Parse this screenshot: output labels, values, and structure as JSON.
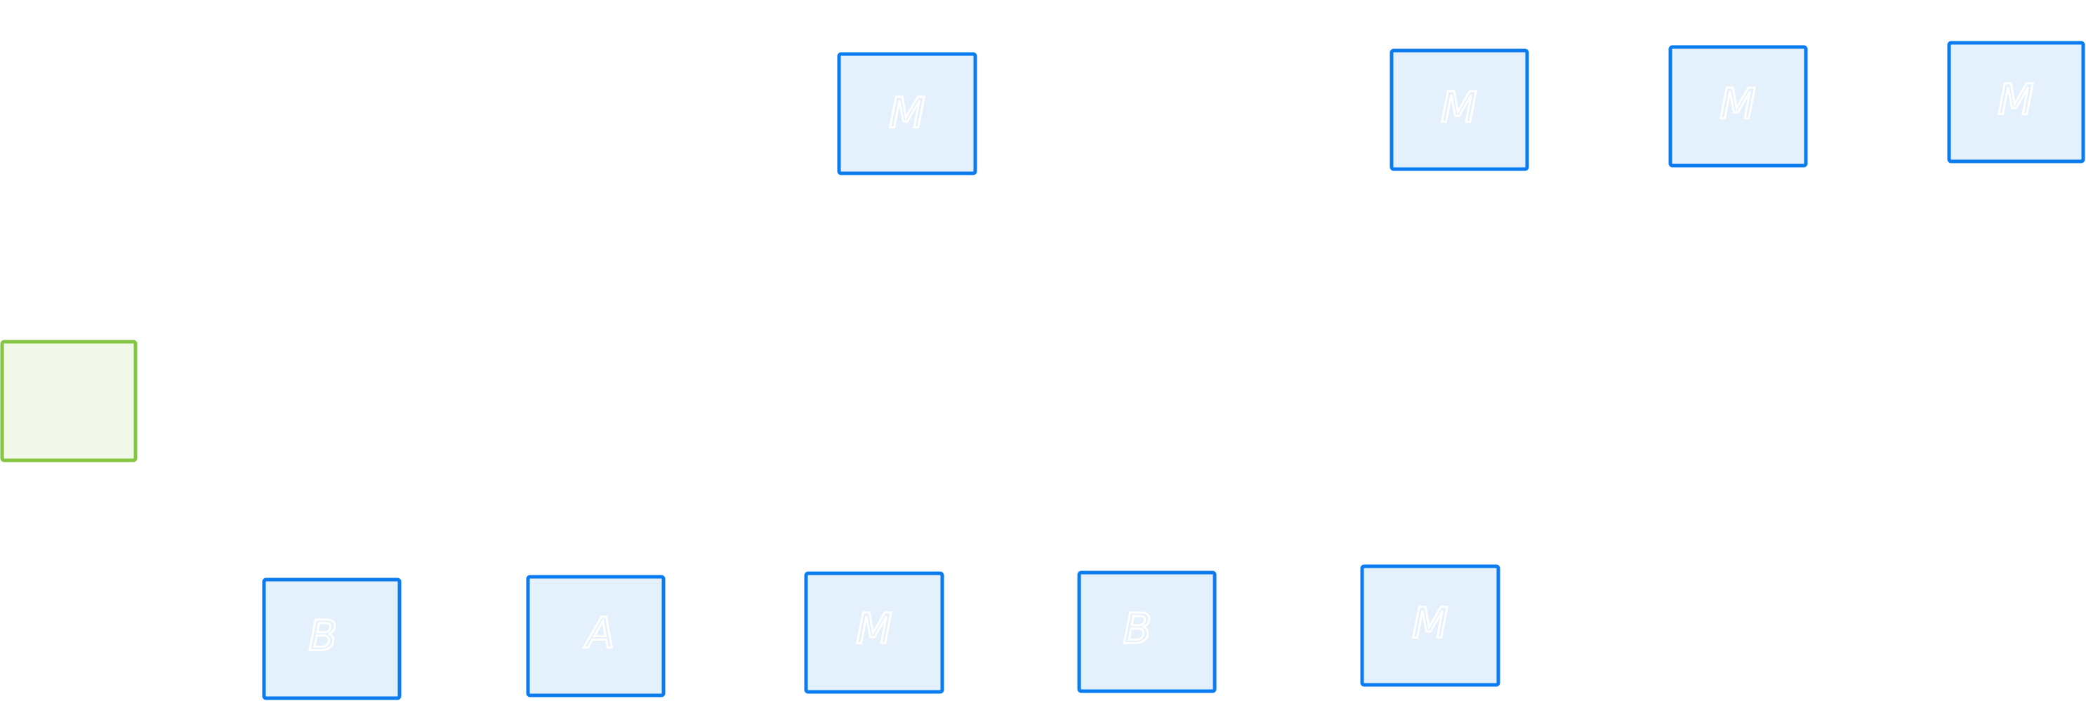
{
  "colors": {
    "background": "#ffffff",
    "node_stroke": "#0b7cf0",
    "node_fill": "#e4f0fc",
    "start_stroke": "#84c641",
    "start_fill": "#f2f8ea",
    "label_ink": "#ffffff"
  },
  "nodes": [
    {
      "id": "top-1",
      "label": "M",
      "kind": "process"
    },
    {
      "id": "top-2",
      "label": "M",
      "kind": "process"
    },
    {
      "id": "top-3",
      "label": "M",
      "kind": "process"
    },
    {
      "id": "top-4",
      "label": "M",
      "kind": "process"
    },
    {
      "id": "start",
      "label": "",
      "kind": "start"
    },
    {
      "id": "bottom-1",
      "label": "B",
      "kind": "process"
    },
    {
      "id": "bottom-2",
      "label": "A",
      "kind": "process"
    },
    {
      "id": "bottom-3",
      "label": "M",
      "kind": "process"
    },
    {
      "id": "bottom-4",
      "label": "B",
      "kind": "process"
    },
    {
      "id": "bottom-5",
      "label": "M",
      "kind": "process"
    }
  ]
}
